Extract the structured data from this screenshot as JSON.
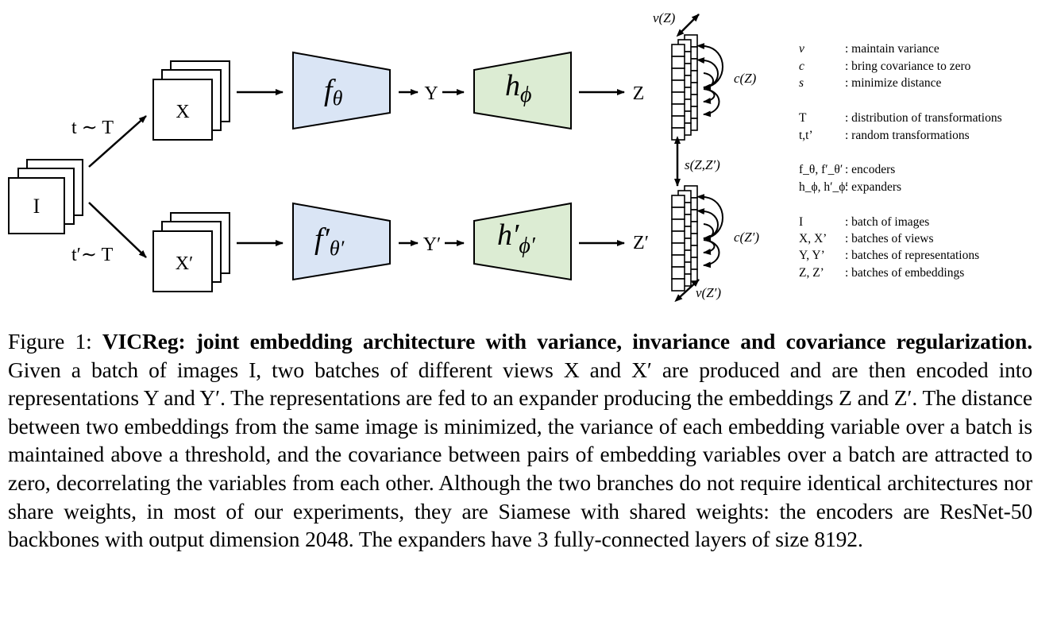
{
  "diagram": {
    "input_label": "I",
    "top_transform": "t ∼ T",
    "bottom_transform": "t′∼ T",
    "top_view": "X",
    "bottom_view": "X′",
    "top_encoder_base": "f",
    "top_encoder_sub": "θ",
    "bottom_encoder_base": "f′",
    "bottom_encoder_sub": "θ′",
    "top_repr": "Y",
    "bottom_repr": "Y′",
    "top_expander_base": "h",
    "top_expander_sub": "ϕ",
    "bottom_expander_base": "h′",
    "bottom_expander_sub": "ϕ′",
    "top_embed": "Z",
    "bottom_embed": "Z′",
    "variance_top": "v(Z)",
    "covariance_top": "c(Z)",
    "invariance": "s(Z,Z′)",
    "covariance_bottom": "c(Z′)",
    "variance_bottom": "v(Z′)"
  },
  "legend": [
    {
      "symbol": "v",
      "desc": ": maintain  variance"
    },
    {
      "symbol": "c",
      "desc": ": bring covariance to zero"
    },
    {
      "symbol": "s",
      "desc": ": minimize  distance"
    },
    {
      "symbol": "T",
      "desc": ": distribution  of transformations"
    },
    {
      "symbol": "t,t’",
      "desc": ": random transformations"
    },
    {
      "symbol": "f_θ, f′_θ′ ",
      "desc": ": encoders"
    },
    {
      "symbol": "h_ϕ, h′_ϕ′",
      "desc": ": expanders"
    },
    {
      "symbol": "I",
      "desc": ": batch  of images"
    },
    {
      "symbol": "X, X’",
      "desc": ": batches  of views"
    },
    {
      "symbol": "Y, Y’",
      "desc": ": batches  of representations"
    },
    {
      "symbol": "Z, Z’",
      "desc": ": batches  of embeddings"
    }
  ],
  "caption": {
    "label": "Figure 1: ",
    "title": "VICReg: joint embedding architecture with variance, invariance and covariance regularization.",
    "body": " Given a batch of images I, two batches of different views X and X′ are produced and are then encoded into representations Y and Y′. The representations are fed to an expander producing the embeddings Z and Z′. The distance between two embeddings from the same image is minimized, the variance of each embedding variable over a batch is maintained above a threshold, and the covariance between pairs of embedding variables over a batch are attracted to zero, decorrelating the variables from each other. Although the two branches do not require identical architectures nor share weights, in most of our experiments, they are Siamese with shared weights: the encoders are ResNet-50 backbones with output dimension 2048. The expanders have 3 fully-connected layers of size 8192."
  },
  "colors": {
    "encoder_fill": "#dae5f5",
    "expander_fill": "#dcecd3",
    "stroke": "#000000"
  }
}
